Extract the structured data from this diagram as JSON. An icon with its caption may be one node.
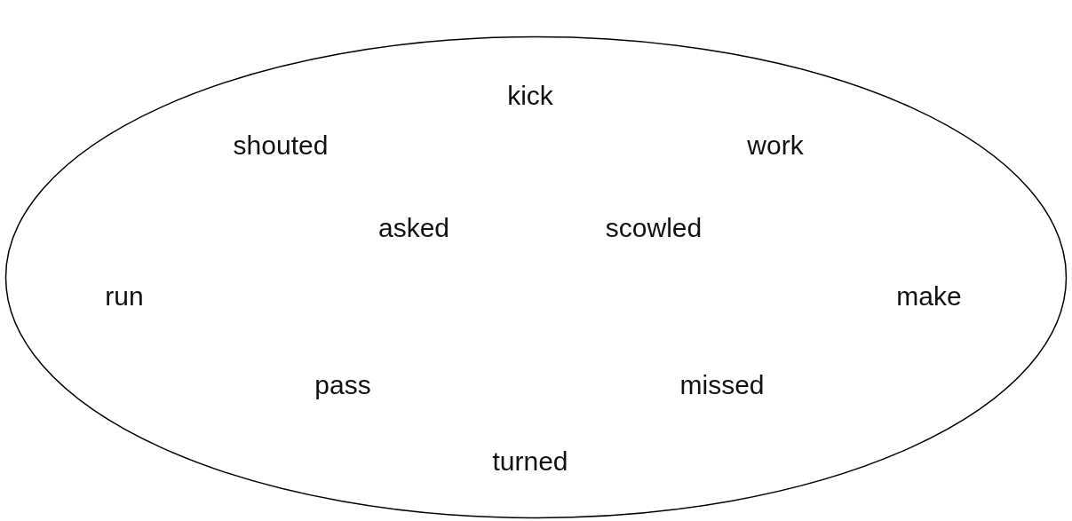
{
  "diagram": {
    "nodes": [
      {
        "text": [
          "kick",
          "shouted",
          "work",
          "asked",
          "scowled",
          "run",
          "make",
          "pass",
          "missed",
          "turned"
        ]
      }
    ]
  }
}
